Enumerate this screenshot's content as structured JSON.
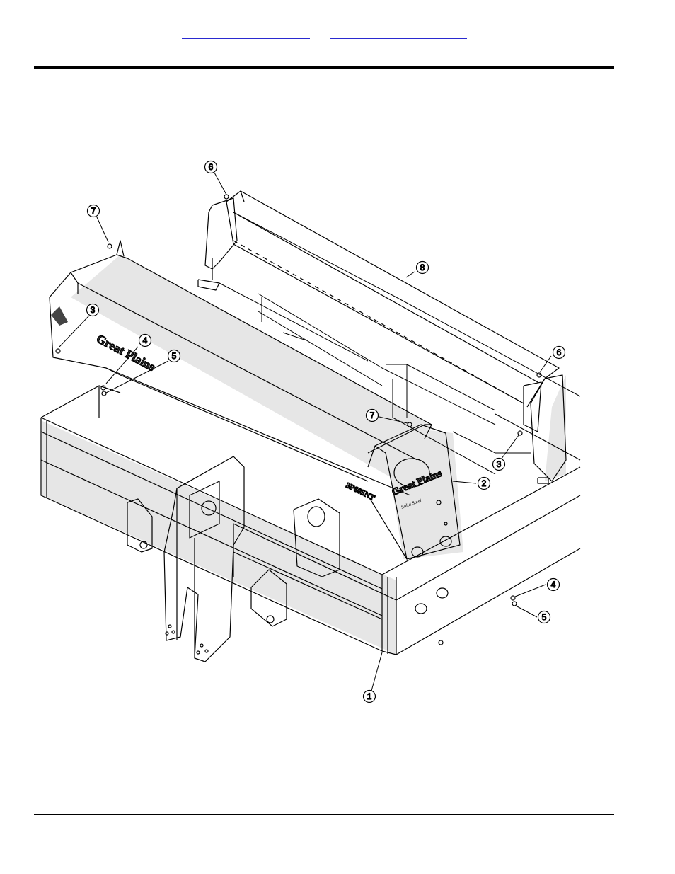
{
  "header": {
    "links": [
      "",
      ""
    ]
  },
  "brand": {
    "hood_logo": "Great Plains",
    "panel_logo": "Great Plains",
    "panel_tagline": "Solid Steel",
    "model": "3P605NT"
  },
  "callouts": [
    {
      "id": "c6a",
      "label": "6"
    },
    {
      "id": "c7a",
      "label": "7"
    },
    {
      "id": "c8",
      "label": "8"
    },
    {
      "id": "c3a",
      "label": "3"
    },
    {
      "id": "c4a",
      "label": "4"
    },
    {
      "id": "c5a",
      "label": "5"
    },
    {
      "id": "c6b",
      "label": "6"
    },
    {
      "id": "c7b",
      "label": "7"
    },
    {
      "id": "c3b",
      "label": "3"
    },
    {
      "id": "c2",
      "label": "2"
    },
    {
      "id": "c4b",
      "label": "4"
    },
    {
      "id": "c5b",
      "label": "5"
    },
    {
      "id": "c1",
      "label": "1"
    }
  ]
}
